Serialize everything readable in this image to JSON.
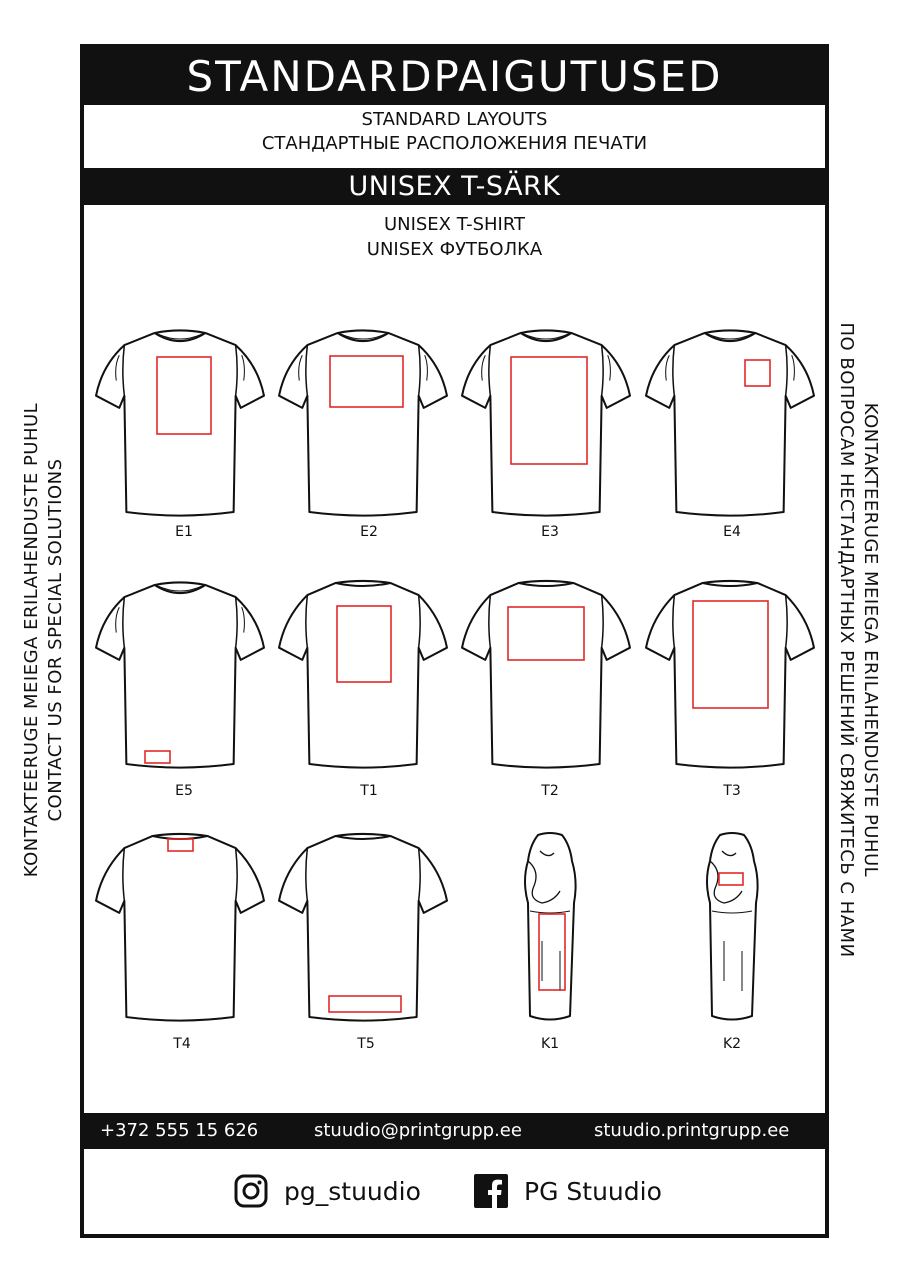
{
  "header": {
    "title": "STANDARDPAIGUTUSED",
    "subtitle_en": "STANDARD LAYOUTS",
    "subtitle_ru": "СТАНДАРТНЫЕ РАСПОЛОЖЕНИЯ ПЕЧАТИ"
  },
  "section": {
    "title": "UNISEX T-SÄRK",
    "subtitle_en": "UNISEX T-SHIRT",
    "subtitle_ru": "UNISEX ФУТБОЛКА"
  },
  "layouts": [
    "E1",
    "E2",
    "E3",
    "E4",
    "E5",
    "T1",
    "T2",
    "T3",
    "T4",
    "T5",
    "K1",
    "K2"
  ],
  "side_left": {
    "line1": "KONTAKTEERUGE MEIEGA ERILAHENDUSTE PUHUL",
    "line2": "CONTACT US FOR SPECIAL SOLUTIONS"
  },
  "side_right": {
    "line1": "KONTAKTEERUGE MEIEGA ERILAHENDUSTE PUHUL",
    "line2": "ПО ВОПРОСАМ НЕСТАНДАРТНЫХ РЕШЕНИЙ СВЯЖИТЕСЬ С НАМИ"
  },
  "contact": {
    "phone": "+372 555 15 626",
    "email": "stuudio@printgrupp.ee",
    "website": "stuudio.printgrupp.ee"
  },
  "social": {
    "instagram": "pg_stuudio",
    "facebook": "PG Stuudio"
  },
  "colors": {
    "print_area": "#e02a2a",
    "ink": "#111111"
  },
  "icons": [
    "instagram-icon",
    "facebook-icon"
  ]
}
